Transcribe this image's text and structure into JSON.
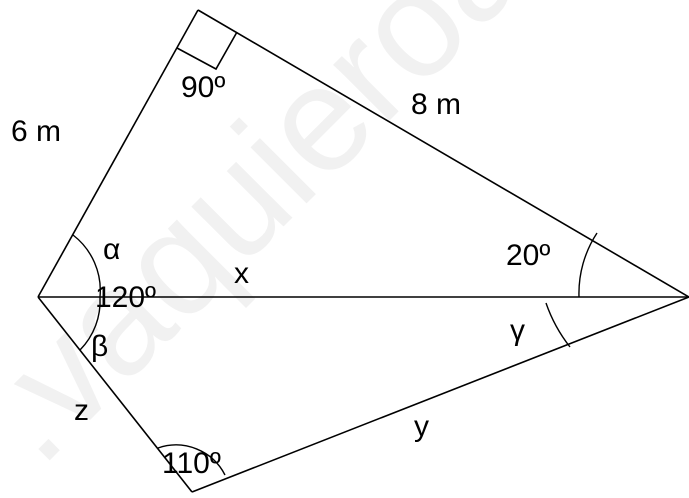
{
  "colors": {
    "line": "#000000",
    "text": "#000000",
    "background": "#ffffff",
    "watermark": "#f1f1f1"
  },
  "watermark": {
    "text": ".vaquieroa"
  },
  "labels": {
    "side_top_left": "6 m",
    "side_top_right": "8 m",
    "side_bottom_left": "z",
    "side_bottom_right": "y",
    "diagonal": "x",
    "angle_top": "90º",
    "angle_right_top": "20º",
    "angle_right_bottom": "γ",
    "angle_left_top": "α",
    "angle_left_mid": "120º",
    "angle_left_bottom": "β",
    "angle_bottom": "110º"
  }
}
